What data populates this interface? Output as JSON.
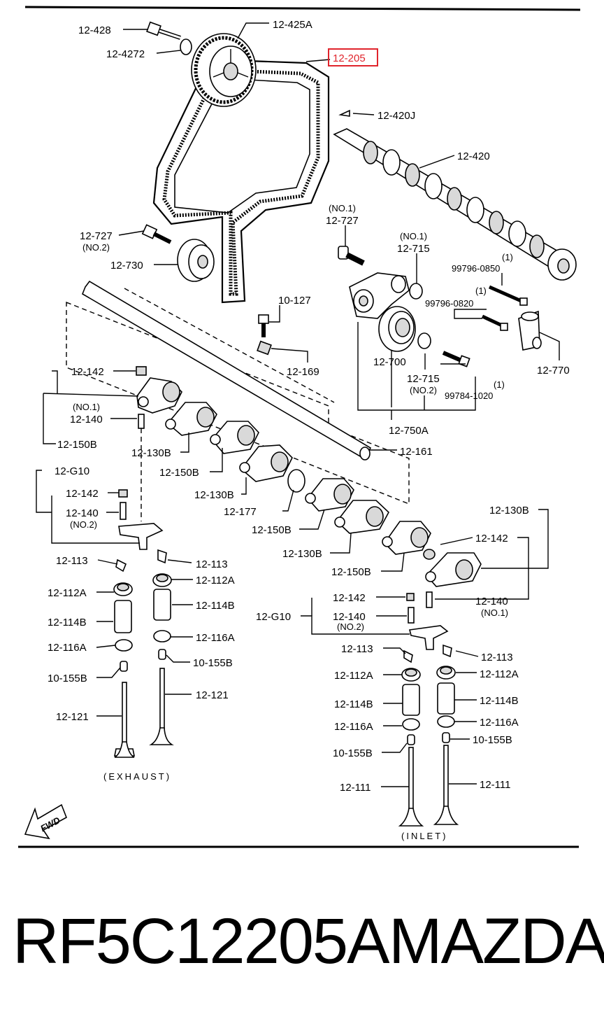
{
  "labels": {
    "l_12_428": "12-428",
    "l_12_4272": "12-4272",
    "l_12_425A": "12-425A",
    "l_12_205": "12-205",
    "l_12_420J": "12-420J",
    "l_12_420": "12-420",
    "l_no1_727": "(NO.1)",
    "l_12_727_r": "12-727",
    "l_12_727_l": "12-727",
    "l_no2_727": "(NO.2)",
    "l_12_730": "12-730",
    "l_no1_715": "(NO.1)",
    "l_12_715_top": "12-715",
    "l_99796_0850": "99796-0850",
    "l_1a": "(1)",
    "l_99796_0820": "99796-0820",
    "l_1b": "(1)",
    "l_10_127": "10-127",
    "l_12_169": "12-169",
    "l_12_770": "12-770",
    "l_12_700": "12-700",
    "l_12_715_bot": "12-715",
    "l_no2_715": "(NO.2)",
    "l_1c": "(1)",
    "l_99784_1020": "99784-1020",
    "l_12_750A": "12-750A",
    "l_12_142_a": "12-142",
    "l_no1_140a": "(NO.1)",
    "l_12_140_a": "12-140",
    "l_12_150B_a": "12-150B",
    "l_12_130B_a": "12-130B",
    "l_12_150B_b": "12-150B",
    "l_12_161": "12-161",
    "l_12_G10_a": "12-G10",
    "l_12_142_b": "12-142",
    "l_12_140_b": "12-140",
    "l_no2_140b": "(NO.2)",
    "l_12_130B_b": "12-130B",
    "l_12_177": "12-177",
    "l_12_150B_c": "12-150B",
    "l_12_130B_c": "12-130B",
    "l_12_150B_d": "12-150B",
    "l_12_130B_d": "12-130B",
    "l_12_142_c": "12-142",
    "l_12_113_a": "12-113",
    "l_12_113_b": "12-113",
    "l_12_112A_a": "12-112A",
    "l_12_112A_b": "12-112A",
    "l_12_114B_a": "12-114B",
    "l_12_114B_b": "12-114B",
    "l_12_116A_a": "12-116A",
    "l_12_116A_b": "12-116A",
    "l_10_155B_a": "10-155B",
    "l_10_155B_b": "10-155B",
    "l_12_121_a": "12-121",
    "l_12_121_b": "12-121",
    "l_exhaust": "(EXHAUST)",
    "l_12_142_d": "12-142",
    "l_12_140_c": "12-140",
    "l_no1_140c": "(NO.1)",
    "l_12_G10_b": "12-G10",
    "l_12_140_d": "12-140",
    "l_no2_140d": "(NO.2)",
    "l_12_113_c": "12-113",
    "l_12_113_d": "12-113",
    "l_12_112A_c": "12-112A",
    "l_12_112A_d": "12-112A",
    "l_12_114B_c": "12-114B",
    "l_12_114B_d": "12-114B",
    "l_12_116A_c": "12-116A",
    "l_12_116A_d": "12-116A",
    "l_10_155B_c": "10-155B",
    "l_10_155B_d": "10-155B",
    "l_12_111_a": "12-111",
    "l_12_111_b": "12-111",
    "l_inlet": "(INLET)",
    "l_fwd": "FWD"
  },
  "highlight_color": "#e0242c",
  "footer": {
    "part_number": "RF5C12205A",
    "brand": "MAZDA"
  }
}
